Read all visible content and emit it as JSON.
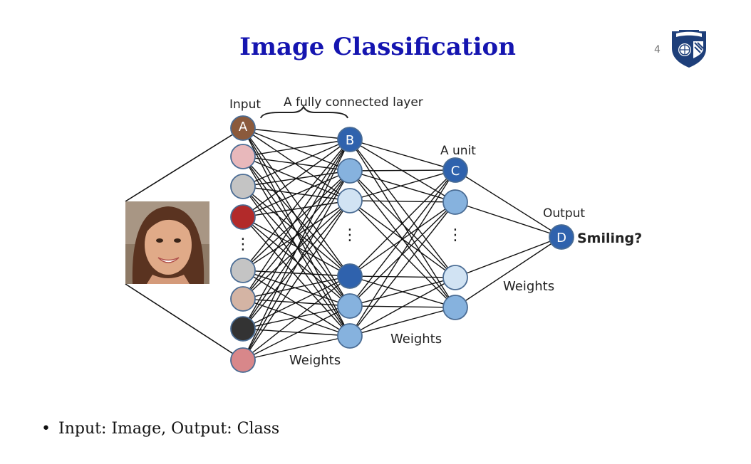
{
  "slide": {
    "title": "Image Classification",
    "page_number": "4"
  },
  "diagram": {
    "input_label": "Input",
    "fc_label": "A fully connected layer",
    "unit_label": "A unit",
    "output_label": "Output",
    "node_A": "A",
    "node_B": "B",
    "node_C": "C",
    "node_D": "D",
    "output_question": "Smiling?",
    "weights_1": "Weights",
    "weights_2": "Weights",
    "weights_3": "Weights",
    "ellipsis": "⋮"
  },
  "bullets": [
    "Input: Image, Output: Class"
  ],
  "colors": {
    "title": "#1515b0",
    "node_dark_blue": "#2f62ad",
    "node_mid_blue": "#86b2de",
    "node_light_blue": "#d1e3f3",
    "input_colors": [
      "#8b5a3c",
      "#e8b8bb",
      "#c4c4c4",
      "#b22a2a",
      "#c4c4c4",
      "#d4b4a4",
      "#333333",
      "#d8878a"
    ]
  }
}
